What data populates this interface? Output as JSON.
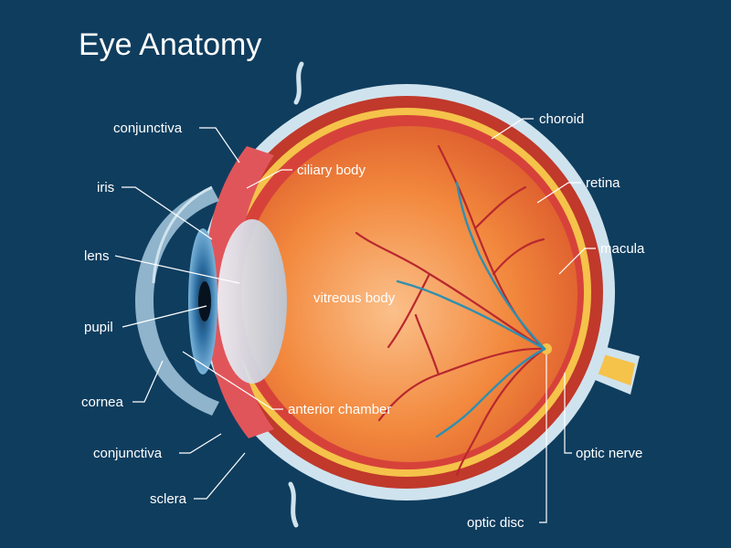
{
  "title": "Eye Anatomy",
  "labels": {
    "conjunctiva_top": "conjunctiva",
    "iris": "iris",
    "lens": "lens",
    "pupil": "pupil",
    "cornea": "cornea",
    "conjunctiva_bottom": "conjunctiva",
    "sclera": "sclera",
    "ciliary_body": "ciliary body",
    "vitreous_body": "vitreous body",
    "anterior_chamber": "anterior chamber",
    "choroid": "choroid",
    "retina": "retina",
    "macula": "macula",
    "optic_nerve": "optic nerve",
    "optic_disc": "optic disc"
  },
  "colors": {
    "background": "#0f3d5e",
    "sclera": "#cfe3ee",
    "choroid": "#c0392b",
    "retina": "#f5c24a",
    "vitreous": "#f08a3c",
    "iris": "#2e6fa3",
    "lens": "#dfe6ef",
    "ciliary": "#e0555a",
    "cornea": "#8fb4cc",
    "artery": "#b8282e",
    "vein": "#2f8fb0",
    "label_text": "#ffffff"
  }
}
